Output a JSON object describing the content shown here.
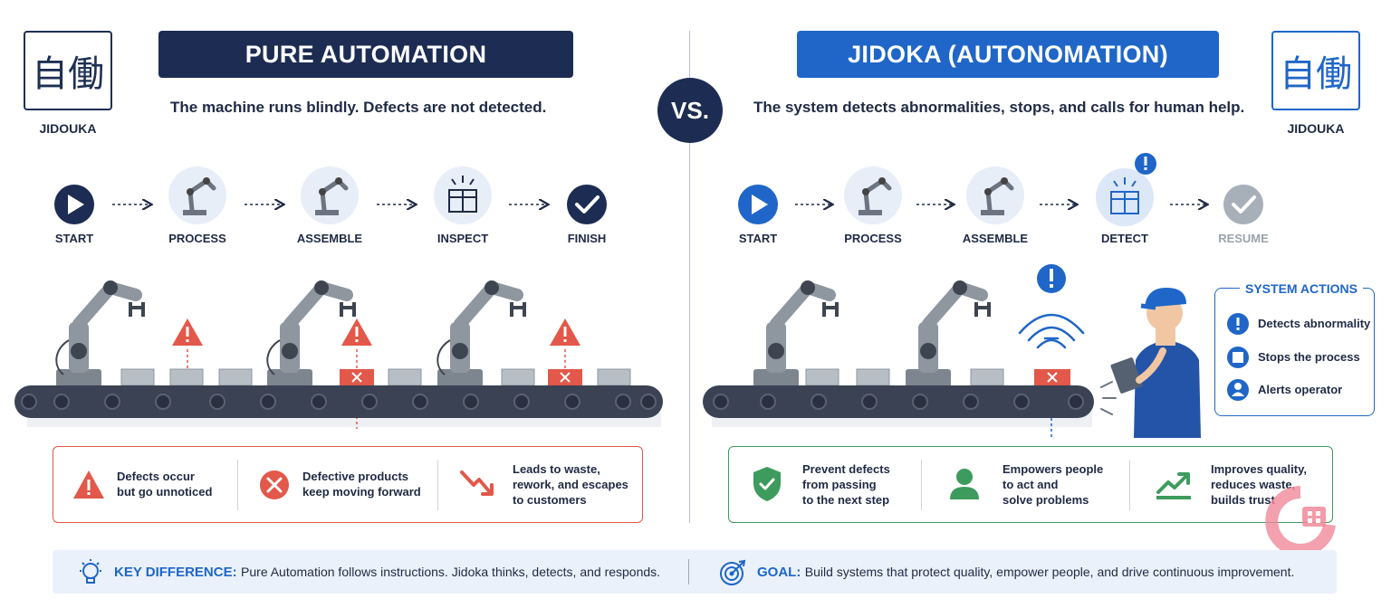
{
  "left": {
    "kanji": "自働",
    "kanji_caption": "JIDOUKA",
    "title": "PURE AUTOMATION",
    "subtitle": "The machine runs blindly. Defects are not detected.",
    "steps": [
      "START",
      "PROCESS",
      "ASSEMBLE",
      "INSPECT",
      "FINISH"
    ],
    "cards": [
      {
        "line1": "Defects occur",
        "line2": "but go unnoticed"
      },
      {
        "line1": "Defective products",
        "line2": "keep moving forward"
      },
      {
        "line1": "Leads to waste,",
        "line2": "rework, and escapes",
        "line3": "to customers"
      }
    ]
  },
  "vs": "VS.",
  "right": {
    "kanji": "自働",
    "kanji_caption": "JIDOUKA",
    "title": "JIDOKA (AUTONOMATION)",
    "subtitle": "The system detects abnormalities, stops, and calls for human help.",
    "steps": [
      "START",
      "PROCESS",
      "ASSEMBLE",
      "DETECT",
      "RESUME"
    ],
    "system_actions": {
      "title": "SYSTEM ACTIONS",
      "items": [
        "Detects abnormality",
        "Stops the process",
        "Alerts operator"
      ]
    },
    "cards": [
      {
        "line1": "Prevent defects",
        "line2": "from passing",
        "line3": "to the next step"
      },
      {
        "line1": "Empowers people",
        "line2": "to act and",
        "line3": "solve problems"
      },
      {
        "line1": "Improves quality,",
        "line2": "reduces waste,",
        "line3": "builds trust"
      }
    ]
  },
  "bottom": {
    "key_label": "KEY DIFFERENCE:",
    "key_text": "Pure Automation follows instructions. Jidoka thinks, detects, and responds.",
    "goal_label": "GOAL:",
    "goal_text": "Build systems that protect quality, empower people, and drive continuous improvement."
  },
  "colors": {
    "navy": "#1c2c52",
    "blue": "#1f66c8",
    "red": "#e2584a",
    "green": "#3d9b5d",
    "grey": "#a7afb8"
  }
}
